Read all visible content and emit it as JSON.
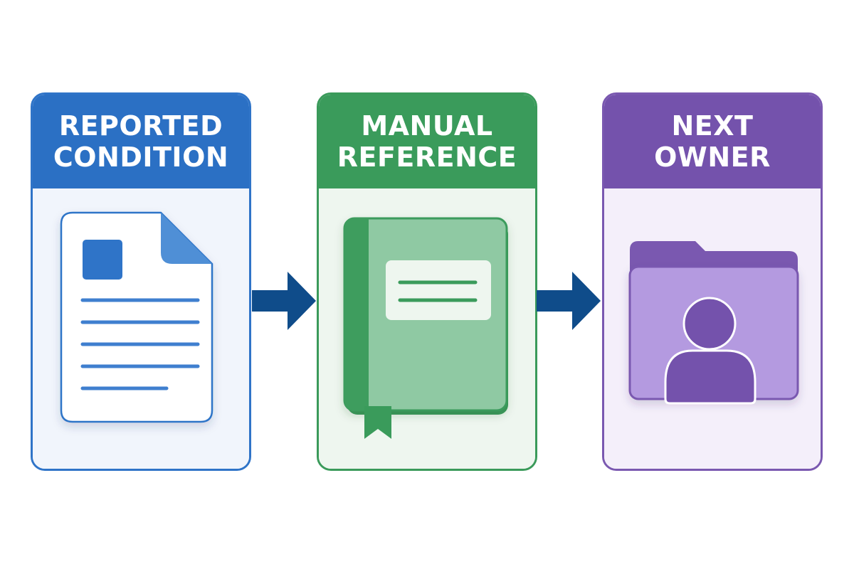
{
  "steps": [
    {
      "title": "REPORTED\nCONDITION",
      "icon": "document-icon",
      "color": "#2b70c4"
    },
    {
      "title": "MANUAL\nREFERENCE",
      "icon": "book-icon",
      "color": "#3a9b5b"
    },
    {
      "title": "NEXT\nOWNER",
      "icon": "user-folder-icon",
      "color": "#7452ac"
    }
  ],
  "arrow_color": "#0f4c8a"
}
